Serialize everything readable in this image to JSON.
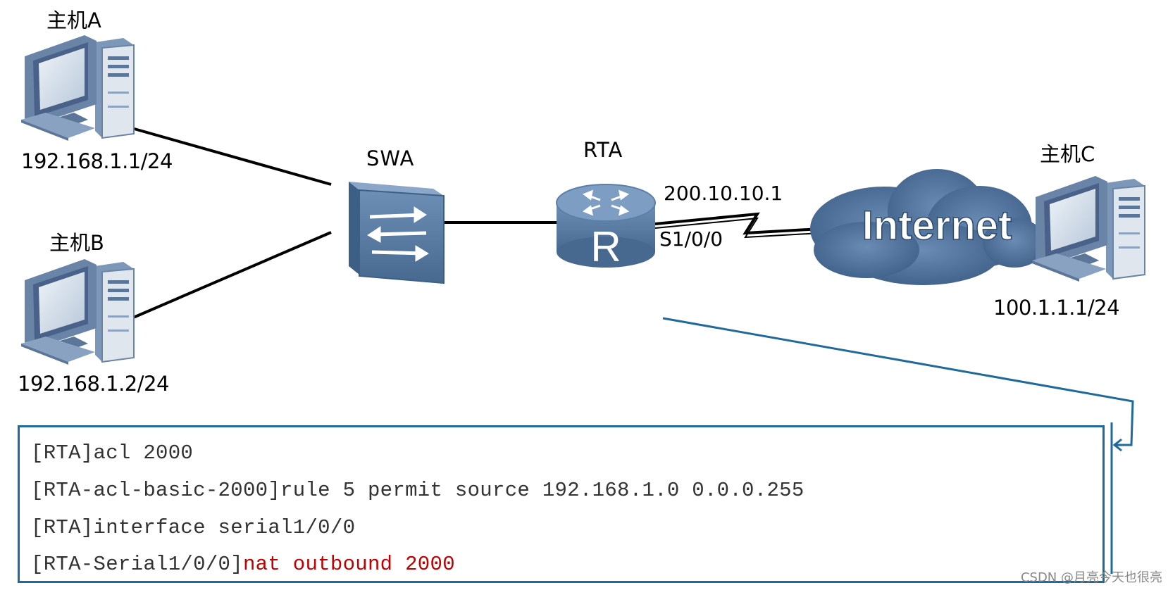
{
  "hosts": {
    "a": {
      "name": "主机A",
      "ip": "192.168.1.1/24"
    },
    "b": {
      "name": "主机B",
      "ip": "192.168.1.2/24"
    },
    "c": {
      "name": "主机C",
      "ip": "100.1.1.1/24"
    }
  },
  "switch": {
    "name": "SWA"
  },
  "router": {
    "name": "RTA",
    "symbol": "R",
    "wan_ip": "200.10.10.1",
    "wan_port": "S1/0/0"
  },
  "cloud": {
    "label": "Internet"
  },
  "config": {
    "lines": [
      {
        "text": "[RTA]acl 2000"
      },
      {
        "text": "[RTA-acl-basic-2000]rule 5 permit source 192.168.1.0 0.0.0.255"
      },
      {
        "text": "[RTA]interface serial1/0/0"
      },
      {
        "text": "[RTA-Serial1/0/0]",
        "highlight": "nat outbound 2000"
      }
    ]
  },
  "watermark": "CSDN @月亮今天也很亮",
  "colors": {
    "device_fill": "#5b7fa8",
    "device_dark": "#3d5f86",
    "callout": "#1f6a9a",
    "highlight": "#c00000"
  }
}
